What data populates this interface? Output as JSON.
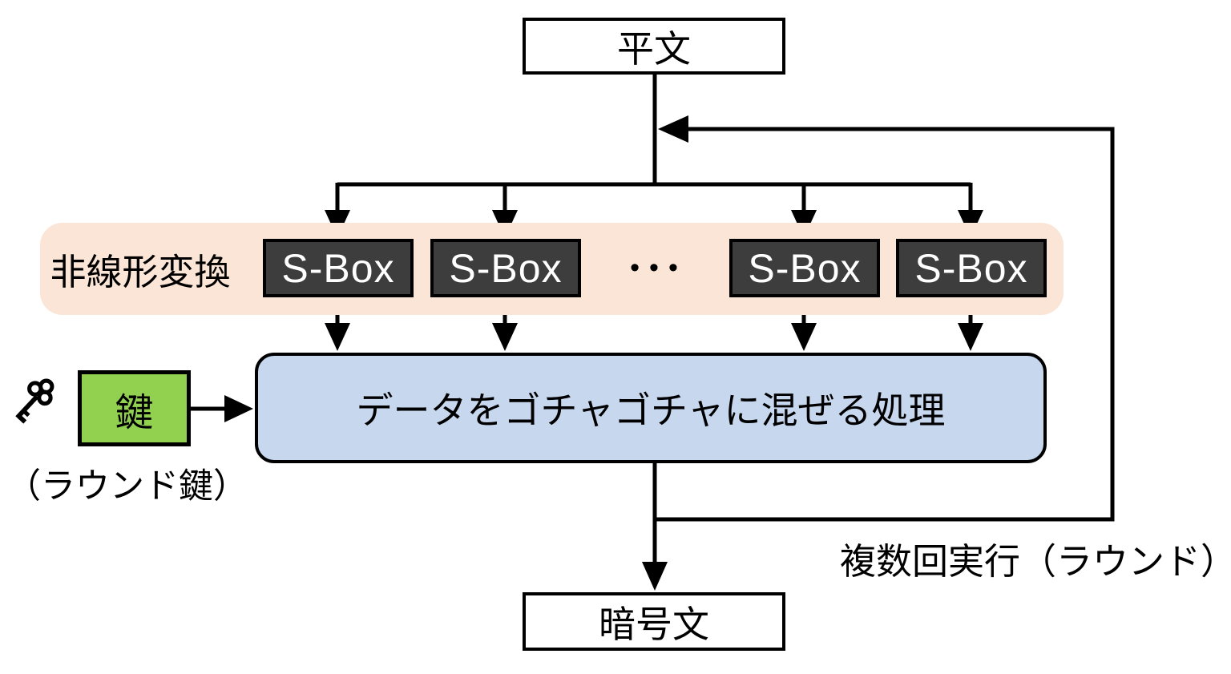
{
  "diagram": {
    "title_implicit": "SPN block cipher round structure",
    "plaintext_label": "平文",
    "ciphertext_label": "暗号文",
    "nonlinear_label": "非線形変換",
    "sboxes": [
      {
        "label": "S-Box"
      },
      {
        "label": "S-Box"
      },
      {
        "label": "S-Box"
      },
      {
        "label": "S-Box"
      }
    ],
    "ellipsis": "•••",
    "mix_label": "データをゴチャゴチャに混ぜる処理",
    "key_label": "鍵",
    "round_key_label": "（ラウンド鍵）",
    "rounds_label": "複数回実行（ラウンド）"
  },
  "colors": {
    "page_bg": "#ffffff",
    "box_bg": "#ffffff",
    "band_bg": "#fbe5d6",
    "sbox_bg": "#3d3d3d",
    "sbox_text": "#ffffff",
    "mix_bg": "#c7d7ee",
    "key_bg": "#92d050",
    "line": "#000000"
  }
}
